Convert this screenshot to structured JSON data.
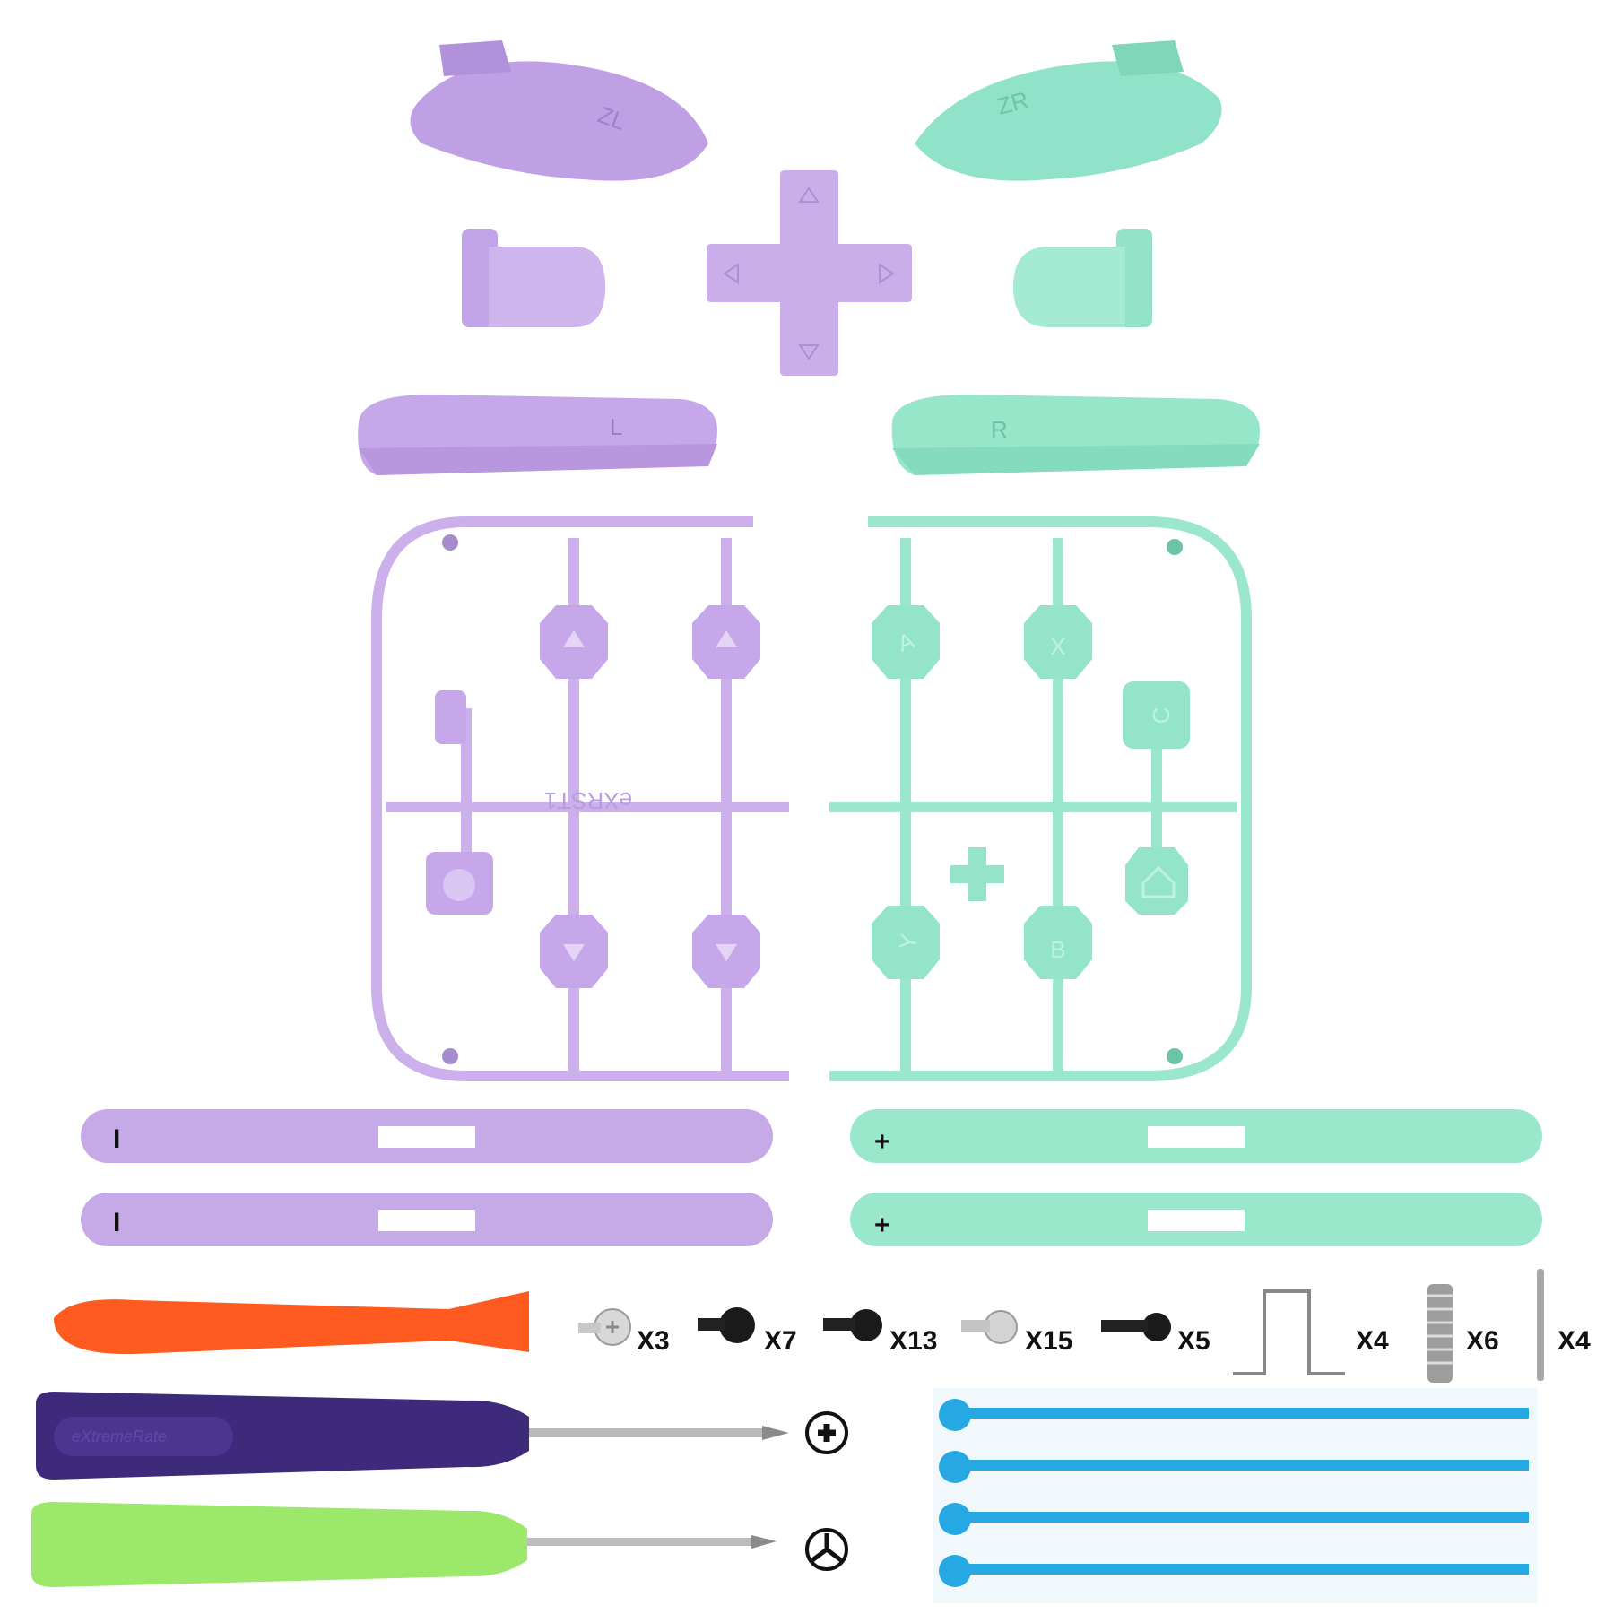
{
  "colors": {
    "lavender": "#c7abe6",
    "lavender_dark": "#b895dc",
    "lavender_light": "#dcc8f2",
    "mint": "#98e8cd",
    "mint_dark": "#7fd9bb",
    "mint_light": "#b6f2dd",
    "orange": "#ff5a1f",
    "purple_handle": "#3d2a7a",
    "green_handle": "#9be86a",
    "blue_strip": "#26a8e3",
    "text": "#111111"
  },
  "triggers": {
    "zl": "ZL",
    "zr": "ZR",
    "l": "L",
    "r": "R"
  },
  "buttons": {
    "a": "A",
    "b": "B",
    "x": "X",
    "y": "Y",
    "capture": "C",
    "up_icon": "triangle-up-icon",
    "down_icon": "triangle-down-icon",
    "home_icon": "home-icon",
    "plus_icon": "plus-icon"
  },
  "sprue_mark": "eXRST1",
  "rails": {
    "left_symbol": "I",
    "right_symbol": "+"
  },
  "quantities": {
    "screw_silver_large": "X3",
    "screw_black_small": "X7",
    "screw_black_medium": "X13",
    "screw_silver_small": "X15",
    "screw_black_long": "X5",
    "metal_clip": "X4",
    "spring": "X6",
    "pin": "X4"
  },
  "tools": {
    "phillips_icon": "phillips-icon",
    "tri_wing_icon": "tri-wing-icon",
    "handle_brand": "eXtremeRate"
  }
}
